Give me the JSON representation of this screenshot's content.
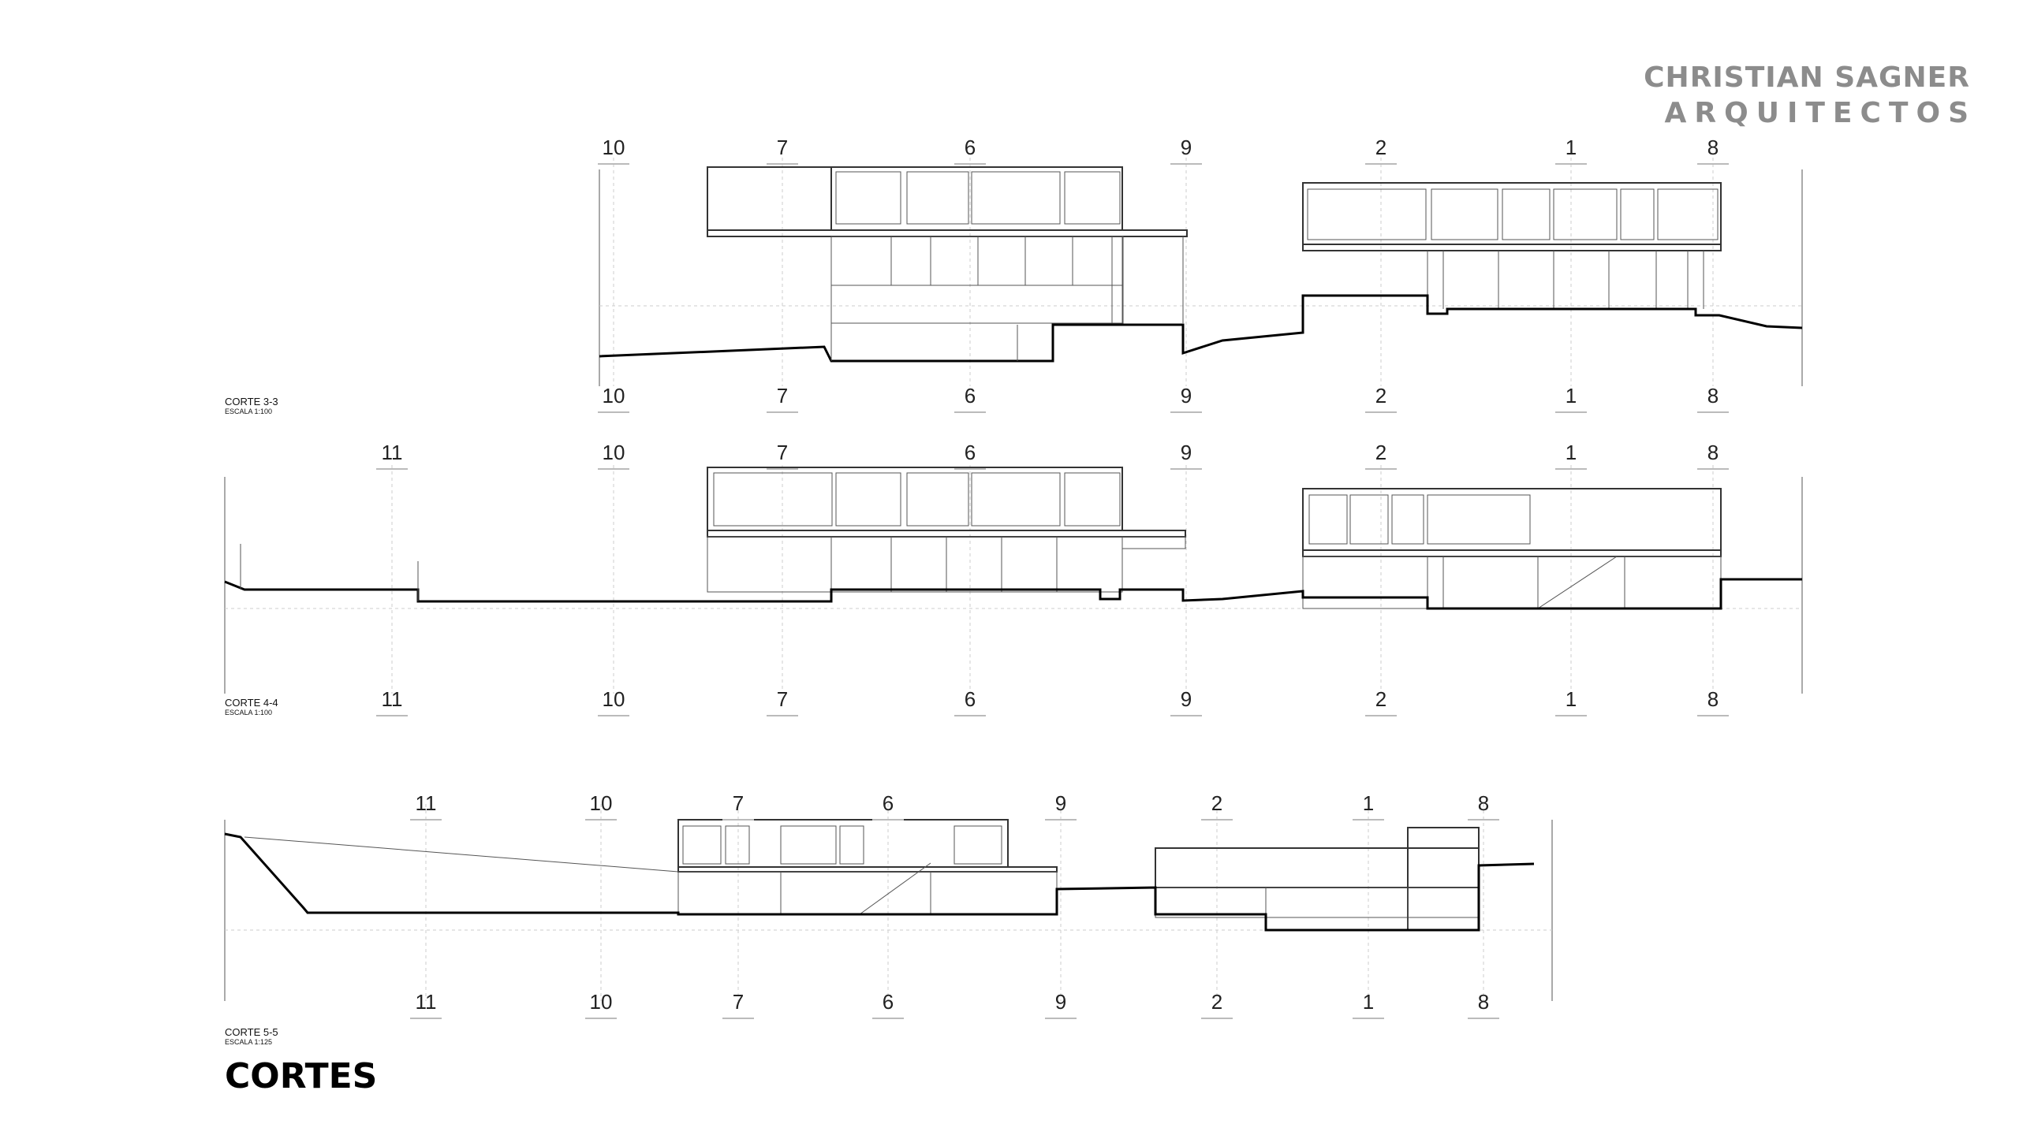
{
  "brand": {
    "name": "CHRISTIAN SAGNER",
    "subtitle": "ARQUITECTOS"
  },
  "page_title": "CORTES",
  "sections": [
    {
      "title": "CORTE 3-3",
      "scale": "ESCALA 1:100",
      "axes": [
        "10",
        "7",
        "6",
        "9",
        "2",
        "1",
        "8"
      ]
    },
    {
      "title": "CORTE 4-4",
      "scale": "ESCALA 1:100",
      "axes": [
        "11",
        "10",
        "7",
        "6",
        "9",
        "2",
        "1",
        "8"
      ]
    },
    {
      "title": "CORTE 5-5",
      "scale": "ESCALA 1:125",
      "axes": [
        "11",
        "10",
        "7",
        "6",
        "9",
        "2",
        "1",
        "8"
      ]
    }
  ]
}
